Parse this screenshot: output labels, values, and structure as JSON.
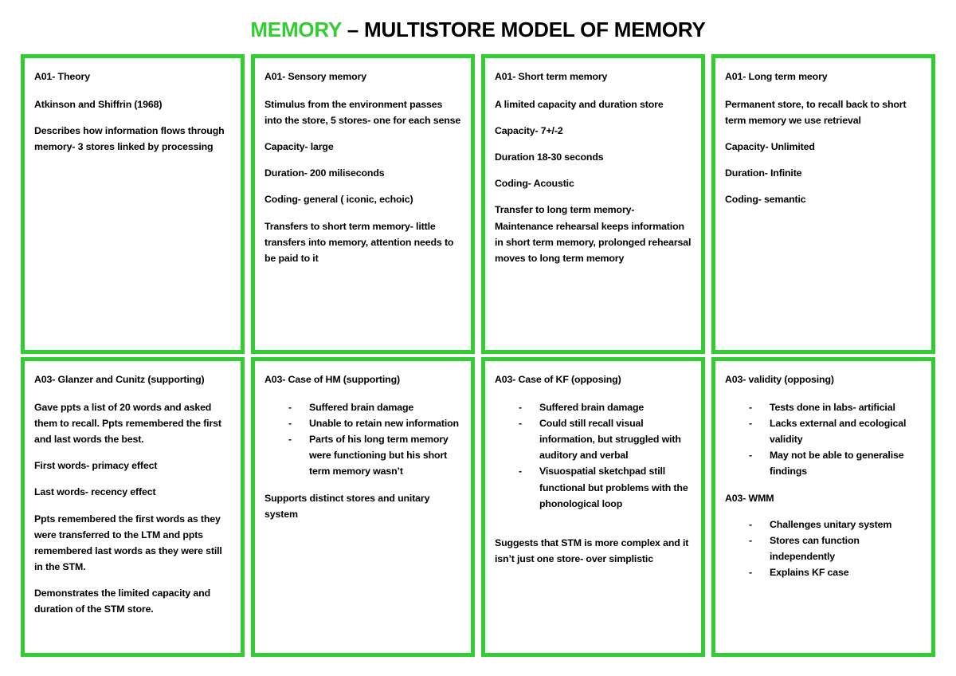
{
  "title": {
    "keyword": "MEMORY",
    "rest": " – MULTISTORE MODEL OF MEMORY"
  },
  "colors": {
    "accent_green": "#32cd32",
    "text": "#000000",
    "background": "#ffffff"
  },
  "cells": [
    {
      "id": "a01-theory",
      "heading": "A01- Theory",
      "paragraphs": [
        "Atkinson and Shiffrin (1968)",
        "Describes how information flows through memory- 3 stores linked by processing"
      ]
    },
    {
      "id": "a01-sensory-memory",
      "heading": "A01- Sensory memory",
      "paragraphs": [
        "Stimulus from the environment passes into the store, 5 stores- one for each sense",
        "Capacity- large",
        "Duration- 200 miliseconds",
        "Coding- general ( iconic, echoic)",
        "Transfers to short term memory- little transfers into memory, attention needs to be paid to it"
      ]
    },
    {
      "id": "a01-short-term-memory",
      "heading": "A01- Short term memory",
      "paragraphs": [
        "A limited capacity and duration store",
        "Capacity- 7+/-2",
        "Duration 18-30 seconds",
        "Coding- Acoustic",
        "Transfer to long term memory- Maintenance rehearsal keeps information in short term memory, prolonged rehearsal moves to long term memory"
      ]
    },
    {
      "id": "a01-long-term-memory",
      "heading": "A01- Long term meory",
      "paragraphs": [
        "Permanent store, to recall back to short term memory we use retrieval",
        "Capacity- Unlimited",
        "Duration- Infinite",
        "Coding- semantic"
      ]
    },
    {
      "id": "a03-glanzer-and-cunitz",
      "heading": "A03- Glanzer and Cunitz (supporting)",
      "paragraphs": [
        "Gave ppts a list of 20 words and asked them to recall. Ppts remembered the first and last words the best.",
        "First words- primacy effect",
        "Last words- recency effect",
        "Ppts remembered the first words as they were transferred to the LTM and ppts remembered last words as they were still in the STM.",
        "Demonstrates  the limited capacity and duration of the STM store."
      ]
    },
    {
      "id": "a03-case-of-hm",
      "heading": "A03- Case of HM (supporting)",
      "bullet_marker": "-",
      "bullets": [
        "Suffered brain damage",
        "Unable to retain new information",
        "Parts of his long term memory were functioning but his short term memory wasn’t"
      ],
      "paragraphs_after": [
        "Supports distinct stores and unitary system"
      ]
    },
    {
      "id": "a03-case-of-kf",
      "heading": "A03- Case of KF (opposing)",
      "bullet_marker": "-",
      "bullets": [
        "Suffered brain damage",
        "Could still recall visual information, but struggled with auditory and verbal",
        "Visuospatial sketchpad still functional but problems with the phonological loop"
      ],
      "indented_after": [
        "Suggests that STM is more complex and it isn’t just one store- over simplistic"
      ]
    },
    {
      "id": "a03-validity",
      "heading": "A03- validity (opposing)",
      "bullet_marker": "-",
      "bullets": [
        "Tests done in labs- artificial",
        "Lacks external and ecological validity",
        "May not be able to generalise findings"
      ],
      "subheading": "A03- WMM",
      "bullets2": [
        "Challenges unitary system",
        "Stores can function independently",
        "Explains KF case"
      ]
    }
  ]
}
